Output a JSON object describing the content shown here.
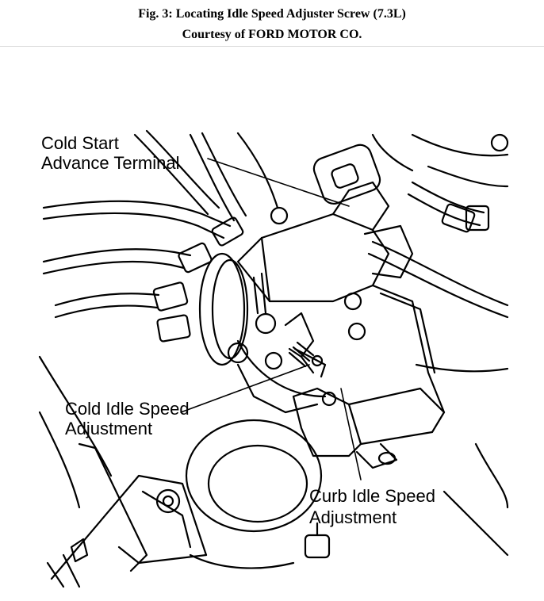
{
  "figure": {
    "title": "Fig. 3: Locating Idle Speed Adjuster Screw (7.3L)",
    "credit": "Courtesy of FORD MOTOR CO."
  },
  "labels": {
    "cold_start_line1": "Cold Start",
    "cold_start_line2": "Advance Terminal",
    "cold_idle_line1": "Cold Idle Speed",
    "cold_idle_line2": "Adjustment",
    "curb_idle_line1": "Curb Idle Speed",
    "curb_idle_line2": "Adjustment"
  },
  "colors": {
    "ink": "#000000",
    "paper": "#ffffff"
  }
}
